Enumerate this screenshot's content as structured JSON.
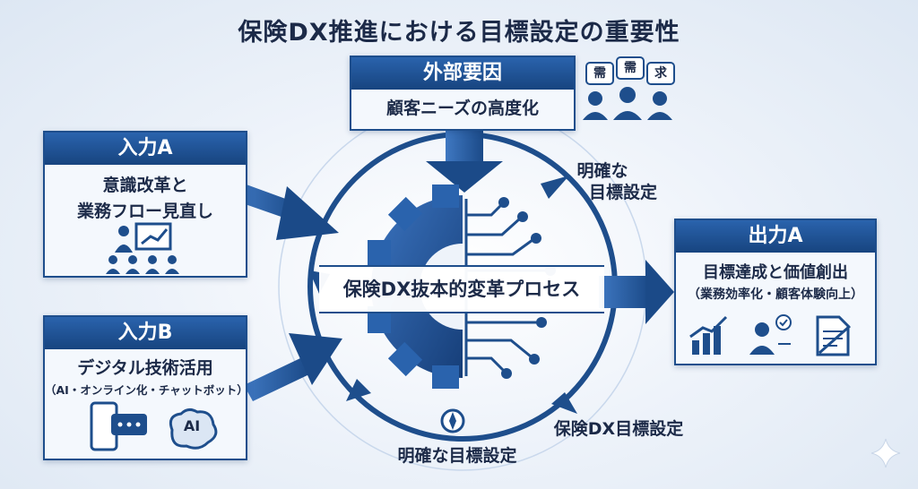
{
  "title": "保険DX推進における目標設定の重要性",
  "external": {
    "header": "外部要因",
    "body": "顧客ニーズの高度化",
    "bubbles": [
      "需",
      "需",
      "求"
    ]
  },
  "input_a": {
    "header": "入力A",
    "line1": "意識改革と",
    "line2": "業務フロー見直し"
  },
  "input_b": {
    "header": "入力B",
    "line1": "デジタル技術活用",
    "line2": "（AI・オンライン化・チャットボット）",
    "ai_label": "AI"
  },
  "output_a": {
    "header": "出力A",
    "line1": "目標達成と価値創出",
    "line2": "（業務効率化・顧客体験向上）"
  },
  "center": {
    "label": "保険DX抜本的変革プロセス"
  },
  "labels": {
    "top_right_1": "明確な",
    "top_right_2": "目標設定",
    "bottom_right": "保険DX目標設定",
    "bottom_center": "明確な目標設定"
  },
  "colors": {
    "primary": "#1e4e8c",
    "header": "#2a63ad",
    "dark": "#1c2a48"
  }
}
